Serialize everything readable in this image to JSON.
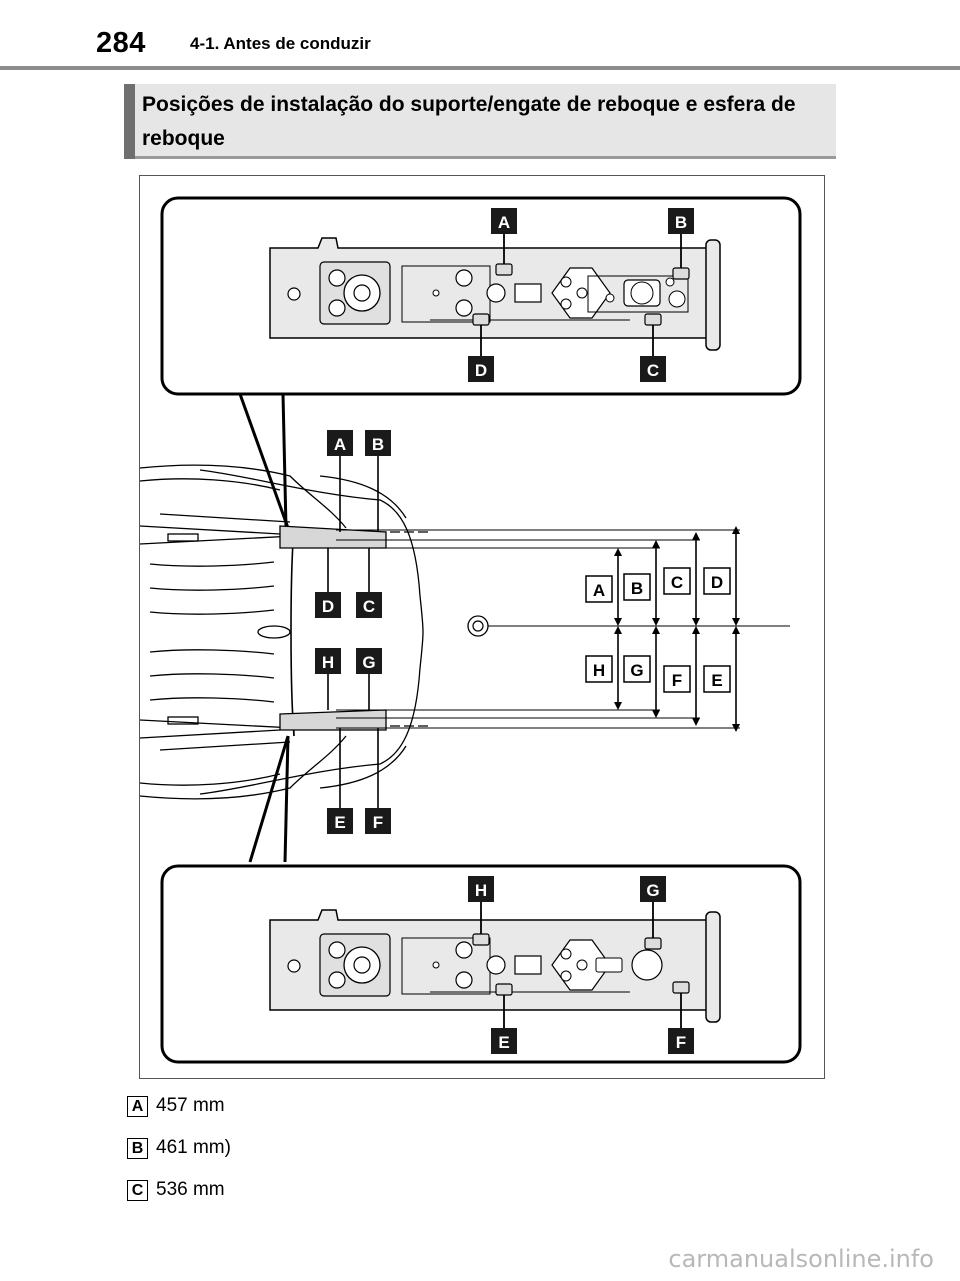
{
  "header": {
    "page_number": "284",
    "chapter": "4-1. Antes de conduzir"
  },
  "section": {
    "title": "Posições de instalação do suporte/engate de reboque e esfera de reboque"
  },
  "figure": {
    "top_inset_labels": [
      "A",
      "B",
      "D",
      "C"
    ],
    "car_labels": [
      "A",
      "B",
      "D",
      "C",
      "H",
      "G",
      "E",
      "F"
    ],
    "dimension_labels": [
      "A",
      "B",
      "C",
      "D",
      "H",
      "G",
      "F",
      "E"
    ],
    "bottom_inset_labels": [
      "H",
      "G",
      "E",
      "F"
    ]
  },
  "specs": [
    {
      "label": "A",
      "value": "457 mm"
    },
    {
      "label": "B",
      "value": "461 mm)"
    },
    {
      "label": "C",
      "value": "536 mm"
    }
  ],
  "watermark": "carmanualsonline.info"
}
